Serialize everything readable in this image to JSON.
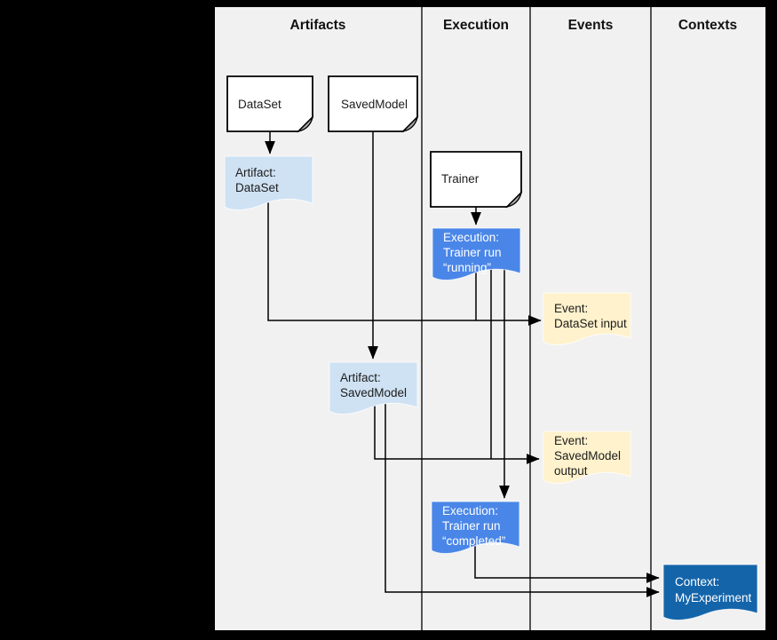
{
  "columns": [
    {
      "label": "Artifacts"
    },
    {
      "label": "Execution"
    },
    {
      "label": "Events"
    },
    {
      "label": "Contexts"
    }
  ],
  "nodes": {
    "dataset": {
      "label": "DataSet"
    },
    "savedmodel": {
      "label": "SavedModel"
    },
    "trainer": {
      "label": "Trainer"
    },
    "artifact_dataset": {
      "line1": "Artifact:",
      "line2": "DataSet"
    },
    "execution_running": {
      "line1": "Execution:",
      "line2": "Trainer run",
      "line3": "“running”"
    },
    "event_dataset_input": {
      "line1": "Event:",
      "line2": "DataSet input"
    },
    "artifact_savedmodel": {
      "line1": "Artifact:",
      "line2": "SavedModel"
    },
    "event_savedmodel_output": {
      "line1": "Event:",
      "line2": "SavedModel",
      "line3": "output"
    },
    "execution_completed": {
      "line1": "Execution:",
      "line2": "Trainer run",
      "line3": "“completed”"
    },
    "context_myexperiment": {
      "line1": "Context:",
      "line2": "MyExperiment"
    }
  },
  "colors": {
    "canvas_background": "#000000",
    "panel_background": "#f1f1f1",
    "card_fill": "#ffffff",
    "artifact_fill": "#cfe2f3",
    "execution_fill": "#4a86e8",
    "event_fill": "#fff2cc",
    "context_fill": "#1464aa",
    "line": "#000000"
  }
}
